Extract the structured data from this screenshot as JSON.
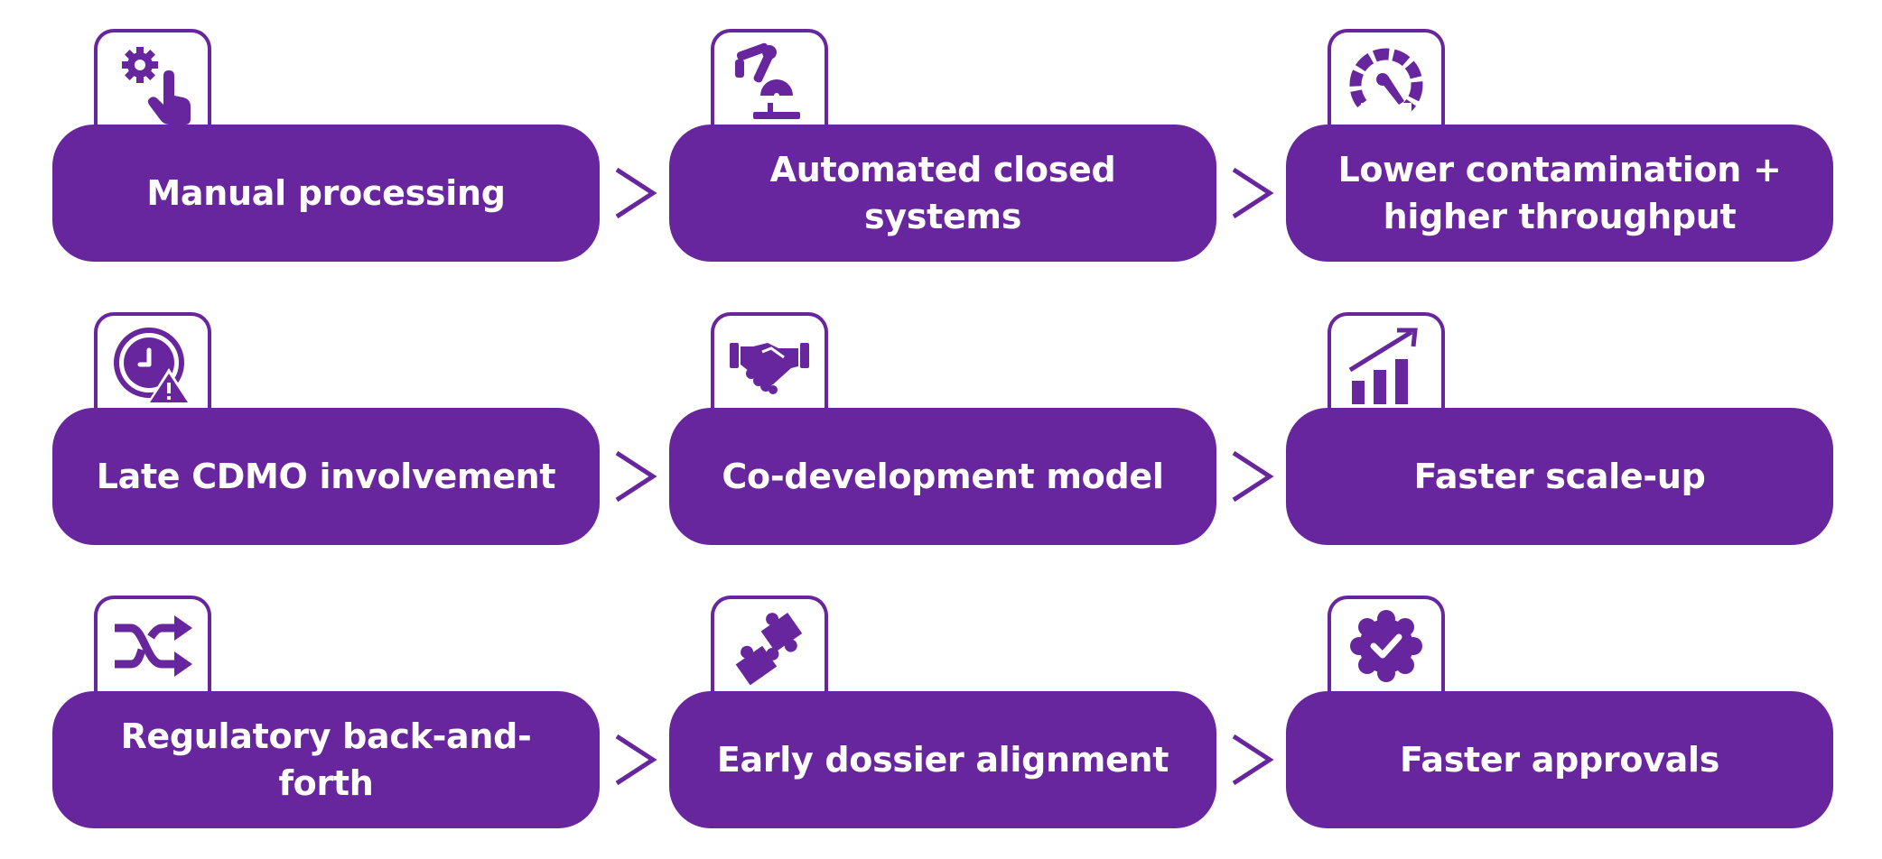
{
  "accent_color": "#68269e",
  "rows": [
    {
      "steps": [
        {
          "label": "Manual processing",
          "icon": "gear-hand-icon"
        },
        {
          "label": "Automated closed systems",
          "icon": "robot-arm-icon"
        },
        {
          "label": "Lower contamination + higher throughput",
          "icon": "speedometer-icon"
        }
      ]
    },
    {
      "steps": [
        {
          "label": "Late CDMO involvement",
          "icon": "clock-warning-icon"
        },
        {
          "label": "Co-development model",
          "icon": "handshake-icon"
        },
        {
          "label": "Faster scale-up",
          "icon": "bar-chart-growth-icon"
        }
      ]
    },
    {
      "steps": [
        {
          "label": "Regulatory back-and-forth",
          "icon": "shuffle-arrows-icon"
        },
        {
          "label": "Early dossier alignment",
          "icon": "puzzle-icon"
        },
        {
          "label": "Faster approvals",
          "icon": "verified-badge-icon"
        }
      ]
    }
  ]
}
